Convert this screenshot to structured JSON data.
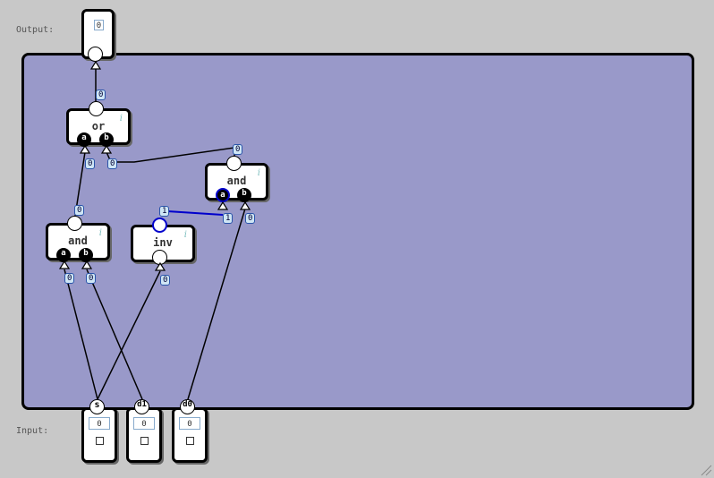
{
  "labels": {
    "output": "Output:",
    "input": "Input:"
  },
  "output": {
    "value": "0"
  },
  "gates": {
    "or1": {
      "label": "or",
      "info": "i",
      "pin_a": "a",
      "pin_b": "b",
      "out_val": "0",
      "a_val": "0",
      "b_val": "0"
    },
    "and1": {
      "label": "and",
      "info": "i",
      "pin_a": "a",
      "pin_b": "b",
      "out_val": "0",
      "a_val": "1",
      "b_val": "0"
    },
    "and2": {
      "label": "and",
      "info": "i",
      "pin_a": "a",
      "pin_b": "b",
      "out_val": "0",
      "a_val": "0",
      "b_val": "0"
    },
    "inv1": {
      "label": "inv",
      "info": "i",
      "out_val": "1",
      "in_val": "0"
    }
  },
  "inputs": [
    {
      "name": "s",
      "value": "0",
      "checkbox": "□"
    },
    {
      "name": "d1",
      "value": "0",
      "checkbox": "□"
    },
    {
      "name": "d0",
      "value": "0",
      "checkbox": "□"
    }
  ],
  "colors": {
    "panel": "#9999c9",
    "background": "#c8c8c8",
    "active_wire": "#0000cc",
    "wire": "#000000"
  }
}
